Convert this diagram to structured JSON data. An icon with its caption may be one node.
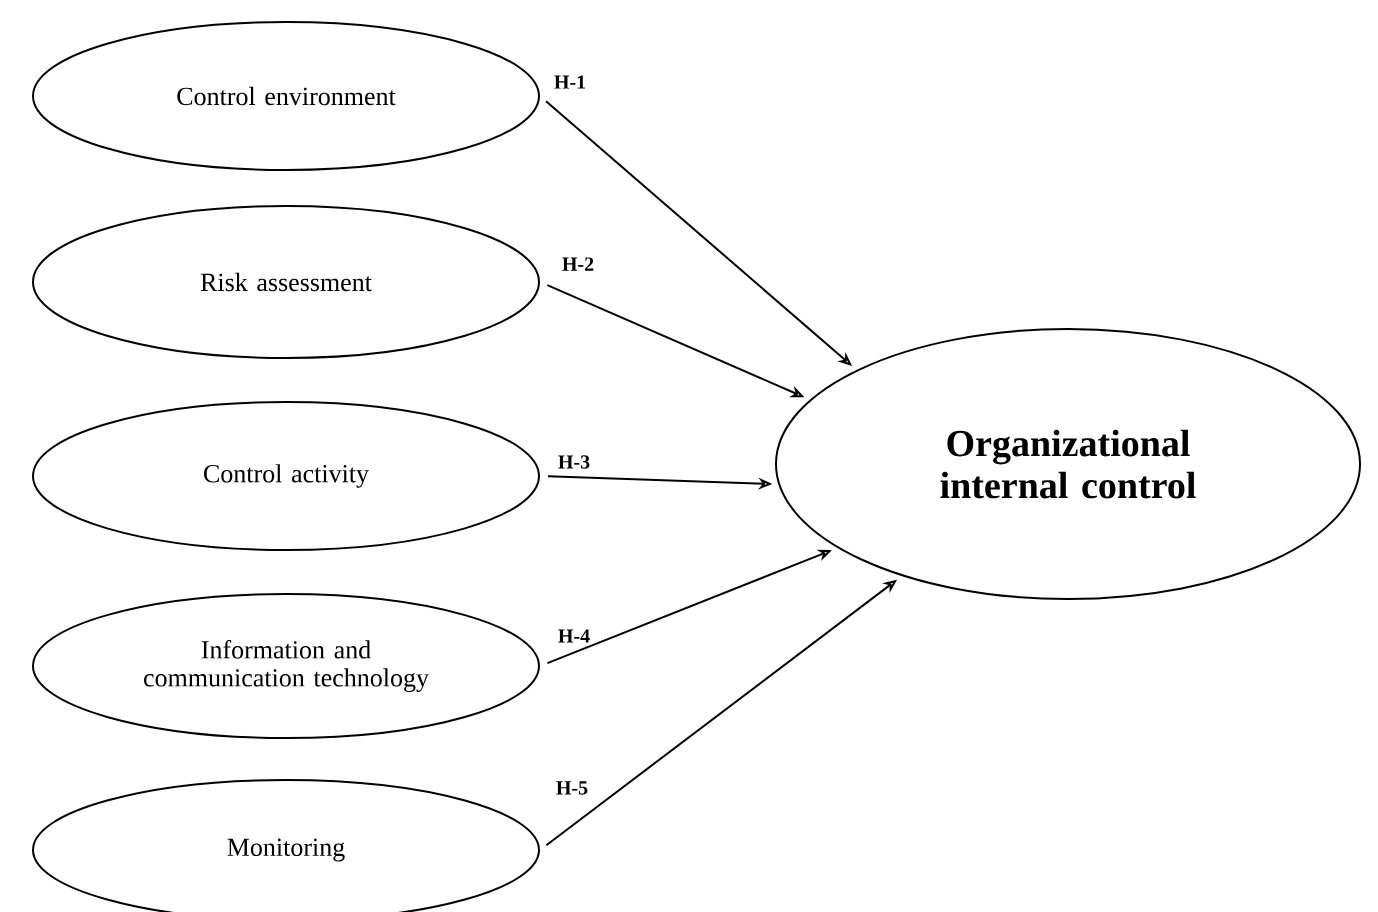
{
  "diagram": {
    "nodes": [
      {
        "text": [
          "Control environment"
        ]
      },
      {
        "text": [
          "Risk assessment"
        ]
      },
      {
        "text": [
          "Control activity"
        ]
      },
      {
        "text": [
          "Information and communication technology"
        ]
      },
      {
        "text": [
          "Monitoring"
        ]
      },
      {
        "text": [
          "Organizational internal control"
        ]
      }
    ],
    "edges": [
      {
        "from": 0,
        "to": 5,
        "arrow": "to",
        "label": "H-1"
      },
      {
        "from": 1,
        "to": 5,
        "arrow": "to",
        "label": "H-2"
      },
      {
        "from": 2,
        "to": 5,
        "arrow": "to",
        "label": "H-3"
      },
      {
        "from": 3,
        "to": 5,
        "arrow": "to",
        "label": "H-4"
      },
      {
        "from": 4,
        "to": 5,
        "arrow": "to",
        "label": "H-5"
      }
    ]
  }
}
